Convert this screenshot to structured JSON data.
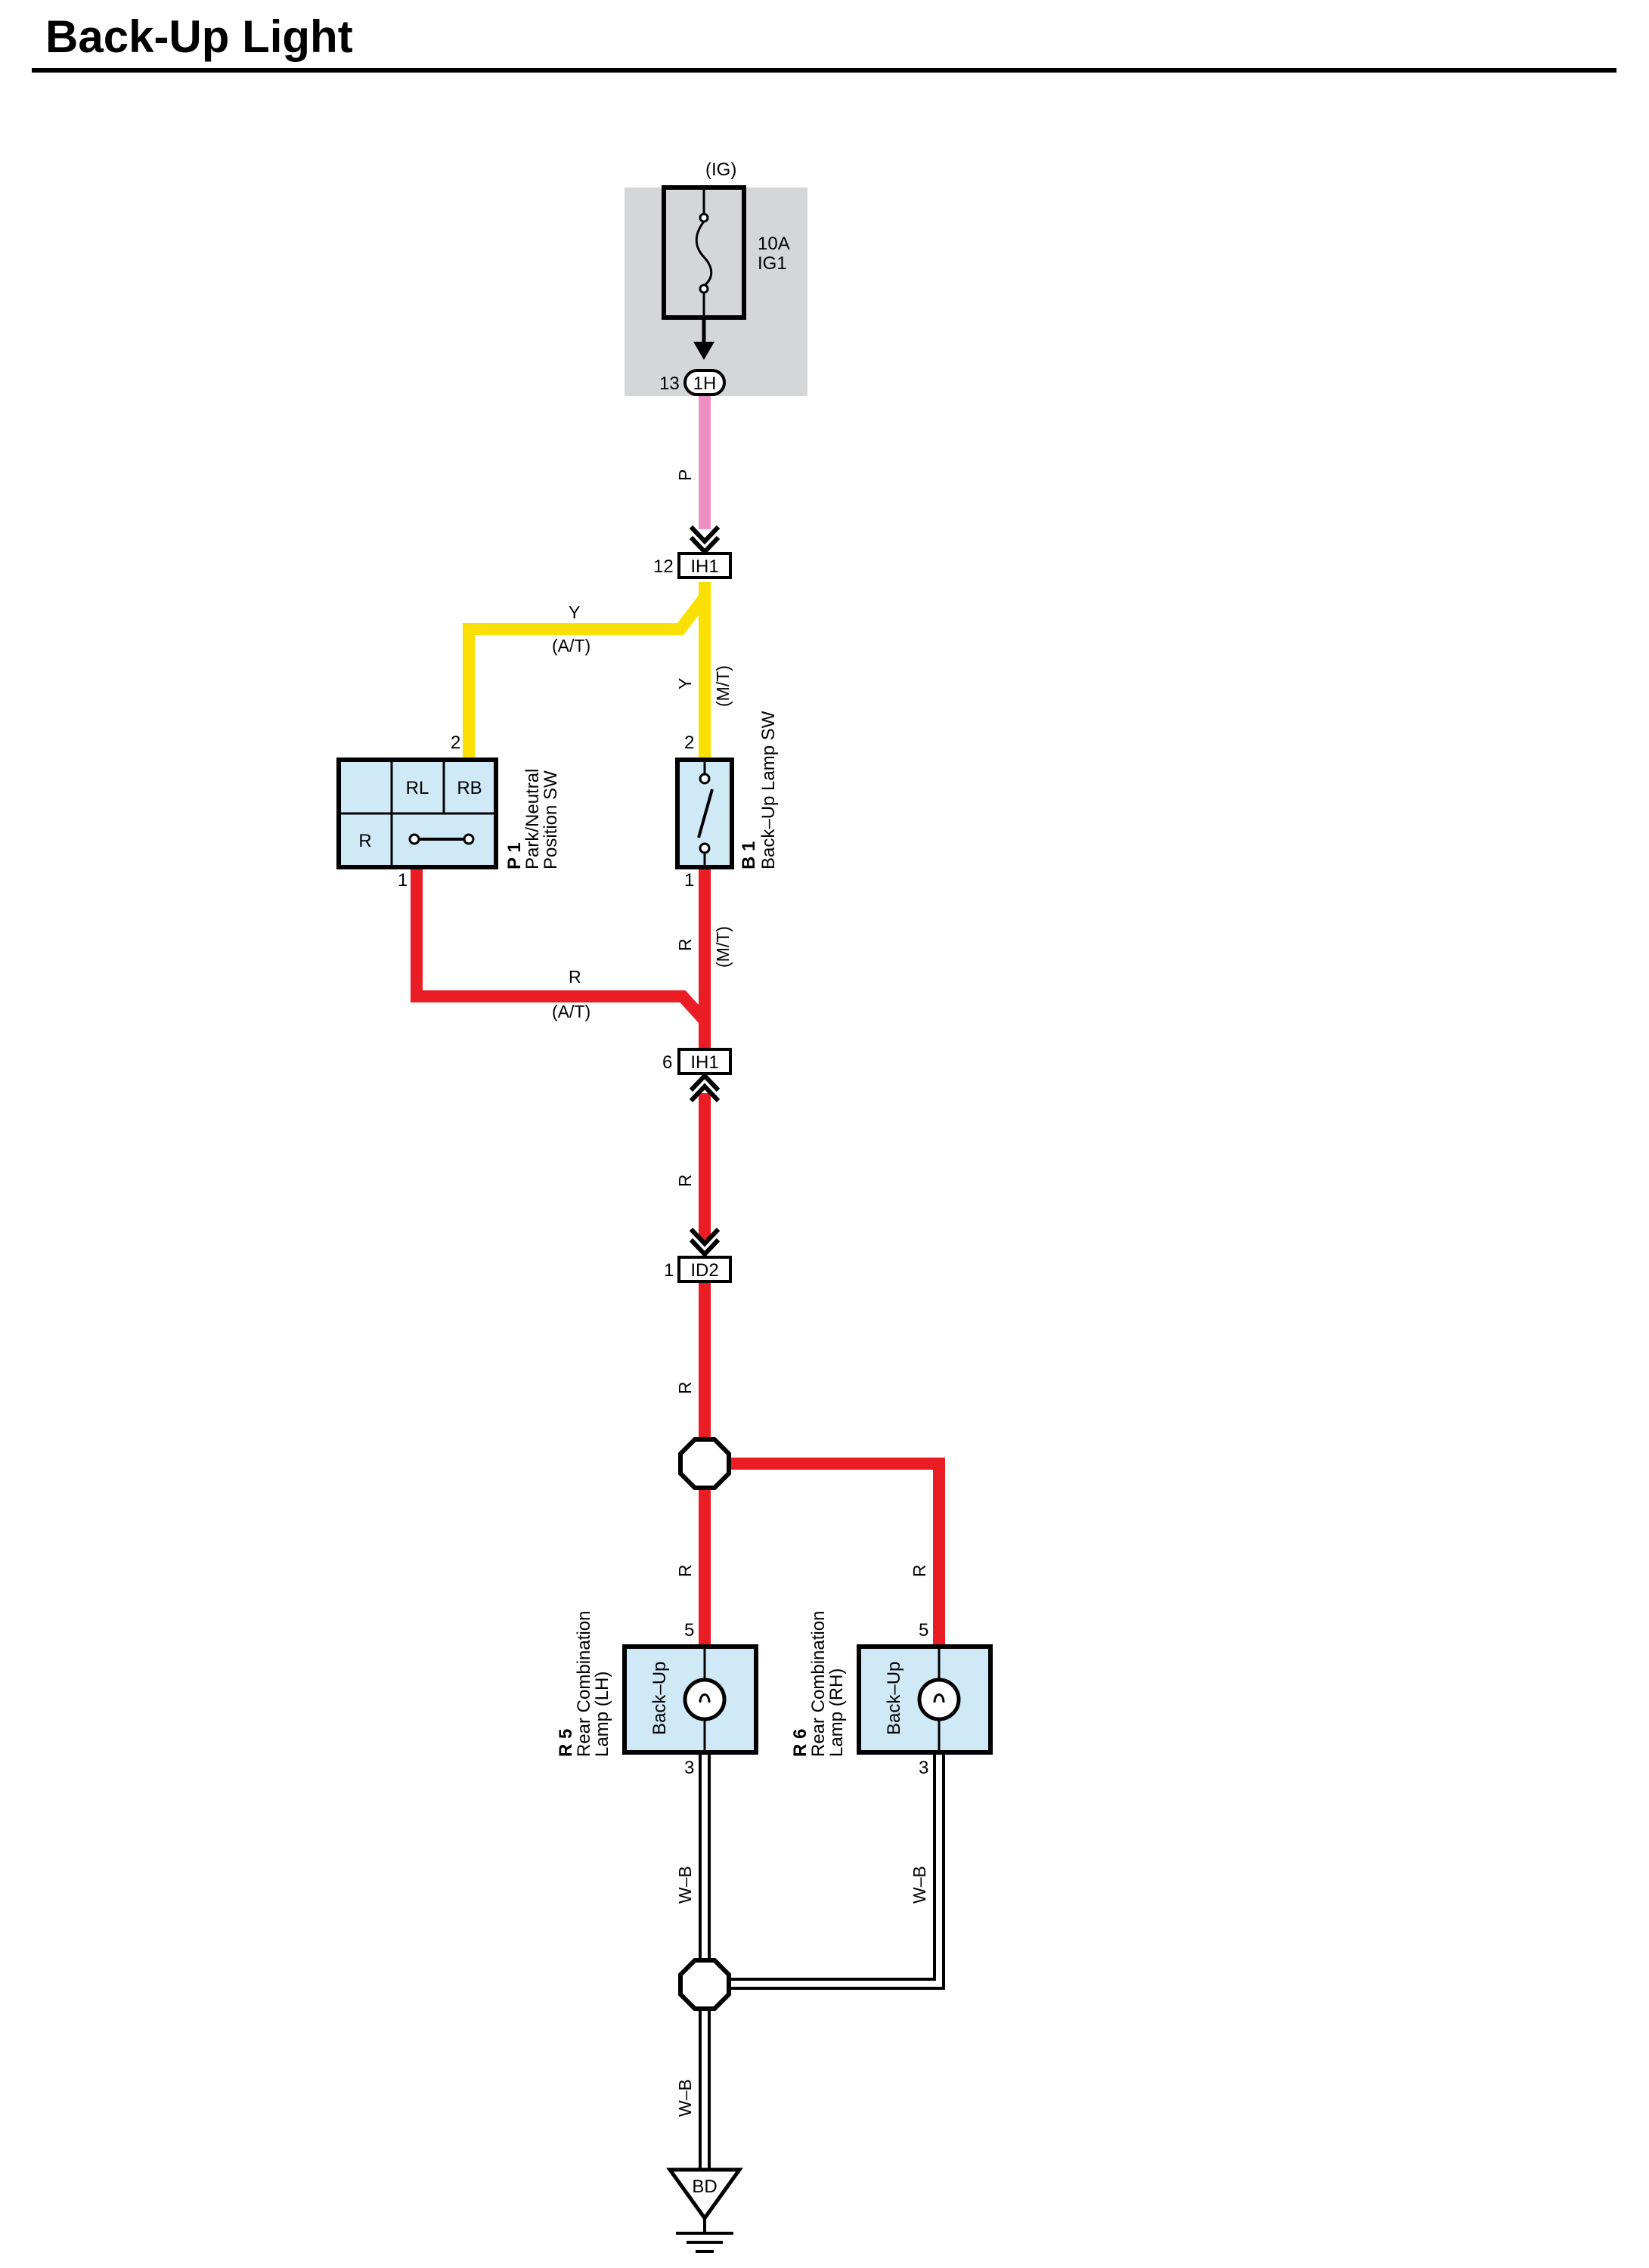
{
  "title": "Back-Up Light",
  "fuse": {
    "circuit": "(IG)",
    "rating": "10A",
    "name": "IG1",
    "pin": "13",
    "connector": "1H"
  },
  "connectors": {
    "ih1_top": {
      "pin": "12",
      "id": "IH1"
    },
    "ih1_bottom": {
      "pin": "6",
      "id": "IH1"
    },
    "id2": {
      "pin": "1",
      "id": "ID2"
    }
  },
  "wires": {
    "fuse_to_ih1": {
      "color": "P"
    },
    "to_pn_switch": {
      "color": "Y",
      "variant": "(A/T)"
    },
    "to_backup_switch": {
      "color": "Y",
      "variant": "(M/T)"
    },
    "from_pn_switch": {
      "color": "R",
      "variant": "(A/T)"
    },
    "from_backup_switch": {
      "color": "R",
      "variant": "(M/T)"
    },
    "ih1_to_id2": {
      "color": "R"
    },
    "id2_to_splice": {
      "color": "R"
    },
    "splice_to_lh": {
      "color": "R"
    },
    "splice_to_rh": {
      "color": "R"
    },
    "lh_ground": {
      "color": "W–B"
    },
    "rh_ground": {
      "color": "W–B"
    },
    "to_ground": {
      "color": "W–B"
    }
  },
  "components": {
    "p1": {
      "code": "P 1",
      "name_line1": "Park/Neutral",
      "name_line2": "Position SW",
      "pin_in": "2",
      "pin_out": "1",
      "positions": [
        "RL",
        "RB",
        "R"
      ]
    },
    "b1": {
      "code": "B 1",
      "name": "Back–Up Lamp SW",
      "pin_in": "2",
      "pin_out": "1"
    },
    "r5": {
      "code": "R 5",
      "name_line1": "Rear Combination",
      "name_line2": "Lamp (LH)",
      "bulb": "Back–Up",
      "pin_in": "5",
      "pin_out": "3"
    },
    "r6": {
      "code": "R 6",
      "name_line1": "Rear Combination",
      "name_line2": "Lamp (RH)",
      "bulb": "Back–Up",
      "pin_in": "5",
      "pin_out": "3"
    }
  },
  "ground": {
    "id": "BD"
  },
  "colors": {
    "pink": "#ee8fc4",
    "yellow": "#f9e000",
    "red": "#ea1c24",
    "component_fill": "#cfe9f7",
    "fuse_box_fill": "#d5d6d8"
  }
}
